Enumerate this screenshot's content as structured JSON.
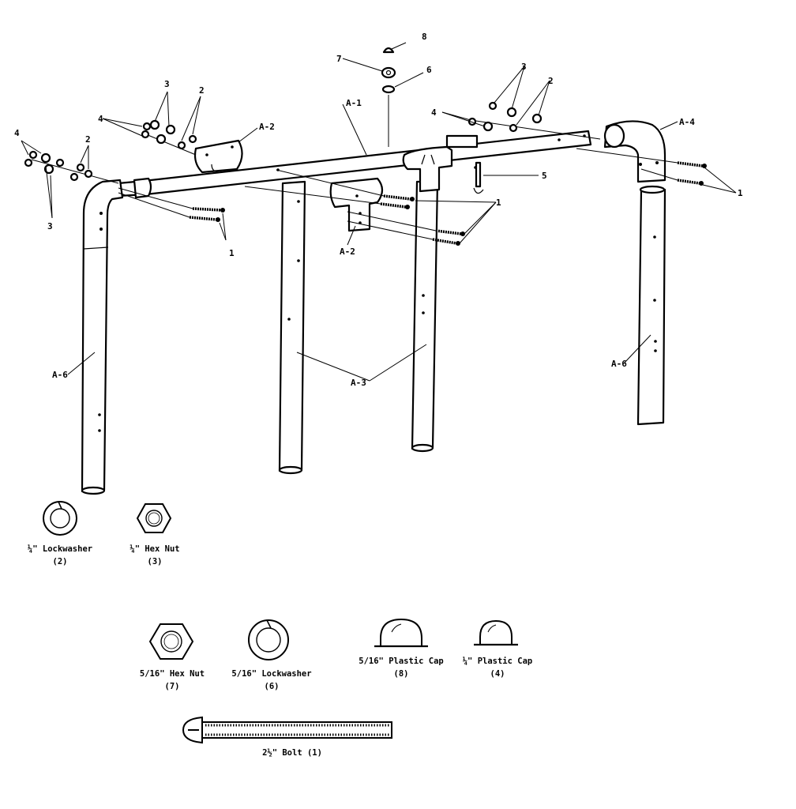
{
  "callouts": {
    "a1": "A-1",
    "a2_top": "A-2",
    "a2_mid": "A-2",
    "a3": "A-3",
    "a4": "A-4",
    "a6_left": "A-6",
    "a6_right": "A-6",
    "n1_left": "1",
    "n1_mid": "1",
    "n1_right": "1",
    "n2_left": "2",
    "n2_mid": "2",
    "n2_right": "2",
    "n3_left": "3",
    "n3_mid": "3",
    "n3_right": "3",
    "n4_left": "4",
    "n4_mid": "4",
    "n4_right": "4",
    "n5": "5",
    "n6": "6",
    "n7": "7",
    "n8": "8"
  },
  "parts": {
    "lockwasher_quarter": {
      "name": "¼\" Lockwasher",
      "num": "(2)"
    },
    "hexnut_quarter": {
      "name": "¼\" Hex Nut",
      "num": "(3)"
    },
    "hexnut_516": {
      "name": "5/16\" Hex Nut",
      "num": "(7)"
    },
    "lockwasher_516": {
      "name": "5/16\" Lockwasher",
      "num": "(6)"
    },
    "plasticcap_516": {
      "name": "5/16\" Plastic Cap",
      "num": "(8)"
    },
    "plasticcap_quarter": {
      "name": "¼\" Plastic Cap",
      "num": "(4)"
    },
    "bolt": {
      "name": "2½\" Bolt (1)"
    }
  }
}
